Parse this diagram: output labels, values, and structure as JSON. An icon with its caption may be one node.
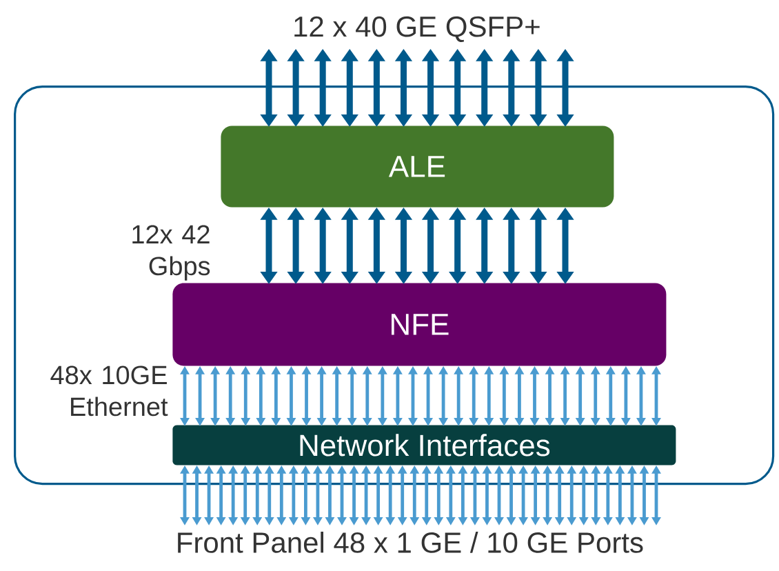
{
  "diagram": {
    "nodes": [
      {
        "text": [],
        "shape": "box"
      },
      {
        "text": [
          "ALE"
        ],
        "in": 0
      },
      {
        "text": [
          "NFE"
        ],
        "in": 0
      },
      {
        "text": [
          "Network Interfaces"
        ],
        "in": 0
      },
      {
        "text": [
          "12 x 40 GE QSFP+"
        ]
      },
      {
        "text": [
          "Front Panel 48 x 1 GE / 10 GE Ports"
        ]
      }
    ],
    "edges": [
      {
        "from": 4,
        "to": 1,
        "arrow": "both",
        "style": "thick",
        "color": "#005a8c"
      },
      {
        "from": 4,
        "to": 1,
        "arrow": "both",
        "style": "thick",
        "color": "#005a8c"
      },
      {
        "from": 4,
        "to": 1,
        "arrow": "both",
        "style": "thick",
        "color": "#005a8c"
      },
      {
        "from": 4,
        "to": 1,
        "arrow": "both",
        "style": "thick",
        "color": "#005a8c"
      },
      {
        "from": 4,
        "to": 1,
        "arrow": "both",
        "style": "thick",
        "color": "#005a8c"
      },
      {
        "from": 4,
        "to": 1,
        "arrow": "both",
        "style": "thick",
        "color": "#005a8c"
      },
      {
        "from": 4,
        "to": 1,
        "arrow": "both",
        "style": "thick",
        "color": "#005a8c"
      },
      {
        "from": 4,
        "to": 1,
        "arrow": "both",
        "style": "thick",
        "color": "#005a8c"
      },
      {
        "from": 4,
        "to": 1,
        "arrow": "both",
        "style": "thick",
        "color": "#005a8c"
      },
      {
        "from": 4,
        "to": 1,
        "arrow": "both",
        "style": "thick",
        "color": "#005a8c"
      },
      {
        "from": 4,
        "to": 1,
        "arrow": "both",
        "style": "thick",
        "color": "#005a8c"
      },
      {
        "from": 4,
        "to": 1,
        "arrow": "both",
        "style": "thick",
        "color": "#005a8c"
      },
      {
        "from": 1,
        "to": 2,
        "arrow": "both",
        "style": "thick",
        "color": "#005a8c"
      },
      {
        "from": 1,
        "to": 2,
        "arrow": "both",
        "style": "thick",
        "color": "#005a8c"
      },
      {
        "from": 1,
        "to": 2,
        "arrow": "both",
        "style": "thick",
        "color": "#005a8c"
      },
      {
        "from": 1,
        "to": 2,
        "arrow": "both",
        "style": "thick",
        "color": "#005a8c"
      },
      {
        "from": 1,
        "to": 2,
        "arrow": "both",
        "style": "thick",
        "color": "#005a8c"
      },
      {
        "from": 1,
        "to": 2,
        "arrow": "both",
        "style": "thick",
        "color": "#005a8c"
      },
      {
        "from": 1,
        "to": 2,
        "arrow": "both",
        "style": "thick",
        "color": "#005a8c"
      },
      {
        "from": 1,
        "to": 2,
        "arrow": "both",
        "style": "thick",
        "color": "#005a8c"
      },
      {
        "from": 1,
        "to": 2,
        "arrow": "both",
        "style": "thick",
        "color": "#005a8c"
      },
      {
        "from": 1,
        "to": 2,
        "arrow": "both",
        "style": "thick",
        "color": "#005a8c"
      },
      {
        "from": 1,
        "to": 2,
        "arrow": "both",
        "style": "thick",
        "color": "#005a8c"
      },
      {
        "from": 1,
        "to": 2,
        "arrow": "both",
        "style": "thick",
        "color": "#005a8c"
      },
      {
        "from": 2,
        "to": 3,
        "arrow": "both"
      },
      {
        "from": 2,
        "to": 3,
        "arrow": "both"
      },
      {
        "from": 2,
        "to": 3,
        "arrow": "both"
      },
      {
        "from": 2,
        "to": 3,
        "arrow": "both"
      },
      {
        "from": 2,
        "to": 3,
        "arrow": "both"
      },
      {
        "from": 2,
        "to": 3,
        "arrow": "both"
      },
      {
        "from": 2,
        "to": 3,
        "arrow": "both"
      },
      {
        "from": 2,
        "to": 3,
        "arrow": "both"
      },
      {
        "from": 2,
        "to": 3,
        "arrow": "both"
      },
      {
        "from": 2,
        "to": 3,
        "arrow": "both"
      },
      {
        "from": 2,
        "to": 3,
        "arrow": "both"
      },
      {
        "from": 2,
        "to": 3,
        "arrow": "both"
      },
      {
        "from": 2,
        "to": 3,
        "arrow": "both"
      },
      {
        "from": 2,
        "to": 3,
        "arrow": "both"
      },
      {
        "from": 2,
        "to": 3,
        "arrow": "both"
      },
      {
        "from": 2,
        "to": 3,
        "arrow": "both"
      },
      {
        "from": 2,
        "to": 3,
        "arrow": "both"
      },
      {
        "from": 2,
        "to": 3,
        "arrow": "both"
      },
      {
        "from": 2,
        "to": 3,
        "arrow": "both"
      },
      {
        "from": 2,
        "to": 3,
        "arrow": "both"
      },
      {
        "from": 2,
        "to": 3,
        "arrow": "both"
      },
      {
        "from": 2,
        "to": 3,
        "arrow": "both"
      },
      {
        "from": 2,
        "to": 3,
        "arrow": "both"
      },
      {
        "from": 2,
        "to": 3,
        "arrow": "both"
      },
      {
        "from": 2,
        "to": 3,
        "arrow": "both"
      },
      {
        "from": 2,
        "to": 3,
        "arrow": "both"
      },
      {
        "from": 2,
        "to": 3,
        "arrow": "both"
      },
      {
        "from": 2,
        "to": 3,
        "arrow": "both"
      },
      {
        "from": 2,
        "to": 3,
        "arrow": "both"
      },
      {
        "from": 2,
        "to": 3,
        "arrow": "both"
      },
      {
        "from": 2,
        "to": 3,
        "arrow": "both"
      },
      {
        "from": 2,
        "to": 3,
        "arrow": "both"
      },
      {
        "from": 3,
        "to": 5,
        "arrow": "both"
      },
      {
        "from": 3,
        "to": 5,
        "arrow": "both"
      },
      {
        "from": 3,
        "to": 5,
        "arrow": "both"
      },
      {
        "from": 3,
        "to": 5,
        "arrow": "both"
      },
      {
        "from": 3,
        "to": 5,
        "arrow": "both"
      },
      {
        "from": 3,
        "to": 5,
        "arrow": "both"
      },
      {
        "from": 3,
        "to": 5,
        "arrow": "both"
      },
      {
        "from": 3,
        "to": 5,
        "arrow": "both"
      },
      {
        "from": 3,
        "to": 5,
        "arrow": "both"
      },
      {
        "from": 3,
        "to": 5,
        "arrow": "both"
      },
      {
        "from": 3,
        "to": 5,
        "arrow": "both"
      },
      {
        "from": 3,
        "to": 5,
        "arrow": "both"
      },
      {
        "from": 3,
        "to": 5,
        "arrow": "both"
      },
      {
        "from": 3,
        "to": 5,
        "arrow": "both"
      },
      {
        "from": 3,
        "to": 5,
        "arrow": "both"
      },
      {
        "from": 3,
        "to": 5,
        "arrow": "both"
      },
      {
        "from": 3,
        "to": 5,
        "arrow": "both"
      },
      {
        "from": 3,
        "to": 5,
        "arrow": "both"
      },
      {
        "from": 3,
        "to": 5,
        "arrow": "both"
      },
      {
        "from": 3,
        "to": 5,
        "arrow": "both"
      },
      {
        "from": 3,
        "to": 5,
        "arrow": "both"
      },
      {
        "from": 3,
        "to": 5,
        "arrow": "both"
      },
      {
        "from": 3,
        "to": 5,
        "arrow": "both"
      },
      {
        "from": 3,
        "to": 5,
        "arrow": "both"
      },
      {
        "from": 3,
        "to": 5,
        "arrow": "both"
      },
      {
        "from": 3,
        "to": 5,
        "arrow": "both"
      },
      {
        "from": 3,
        "to": 5,
        "arrow": "both"
      },
      {
        "from": 3,
        "to": 5,
        "arrow": "both"
      },
      {
        "from": 3,
        "to": 5,
        "arrow": "both"
      },
      {
        "from": 3,
        "to": 5,
        "arrow": "both"
      },
      {
        "from": 3,
        "to": 5,
        "arrow": "both"
      },
      {
        "from": 3,
        "to": 5,
        "arrow": "both"
      },
      {
        "from": 3,
        "to": 5,
        "arrow": "both"
      },
      {
        "from": 3,
        "to": 5,
        "arrow": "both"
      },
      {
        "from": 3,
        "to": 5,
        "arrow": "both"
      },
      {
        "from": 3,
        "to": 5,
        "arrow": "both"
      },
      {
        "from": 3,
        "to": 5,
        "arrow": "both"
      },
      {
        "from": 3,
        "to": 5,
        "arrow": "both"
      },
      {
        "from": 3,
        "to": 5,
        "arrow": "both"
      },
      {
        "from": 3,
        "to": 5,
        "arrow": "both"
      }
    ],
    "labels": [
      "12x 42 Gbps",
      "48x 10GE Ethernet"
    ]
  }
}
